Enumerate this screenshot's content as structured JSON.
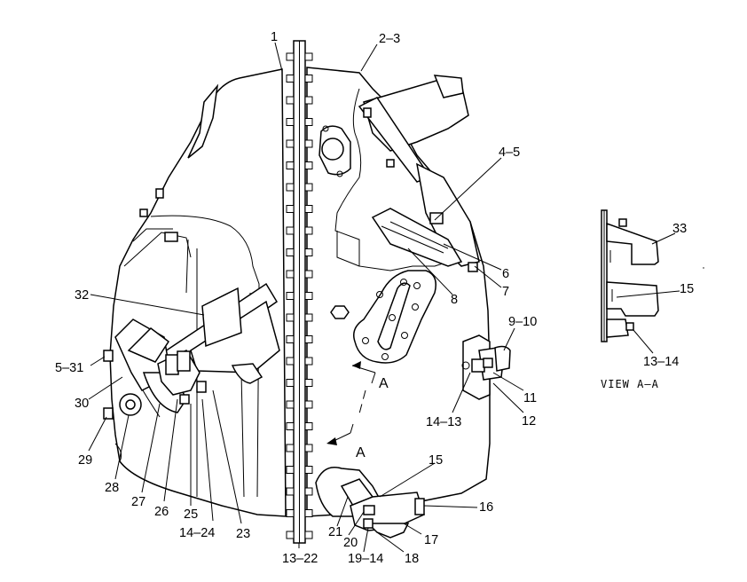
{
  "callouts": {
    "c1": "1",
    "c2_3": "2–3",
    "c4_5": "4–5",
    "c6": "6",
    "c7": "7",
    "c8": "8",
    "c9_10": "9–10",
    "c11": "11",
    "c12": "12",
    "c14_13": "14–13",
    "c15": "15",
    "c16": "16",
    "c17": "17",
    "c18": "18",
    "c19_14": "19–14",
    "c20": "20",
    "c21": "21",
    "c13_22": "13–22",
    "c23": "23",
    "c14_24": "14–24",
    "c25": "25",
    "c26": "26",
    "c27": "27",
    "c28": "28",
    "c29": "29",
    "c30": "30",
    "c5_31": "5–31",
    "c32": "32"
  },
  "section_arrows": {
    "upper": "A",
    "lower": "A"
  },
  "view": {
    "title": "VIEW  A–A",
    "c33": "33",
    "c15": "15",
    "c13_14": "13–14"
  }
}
